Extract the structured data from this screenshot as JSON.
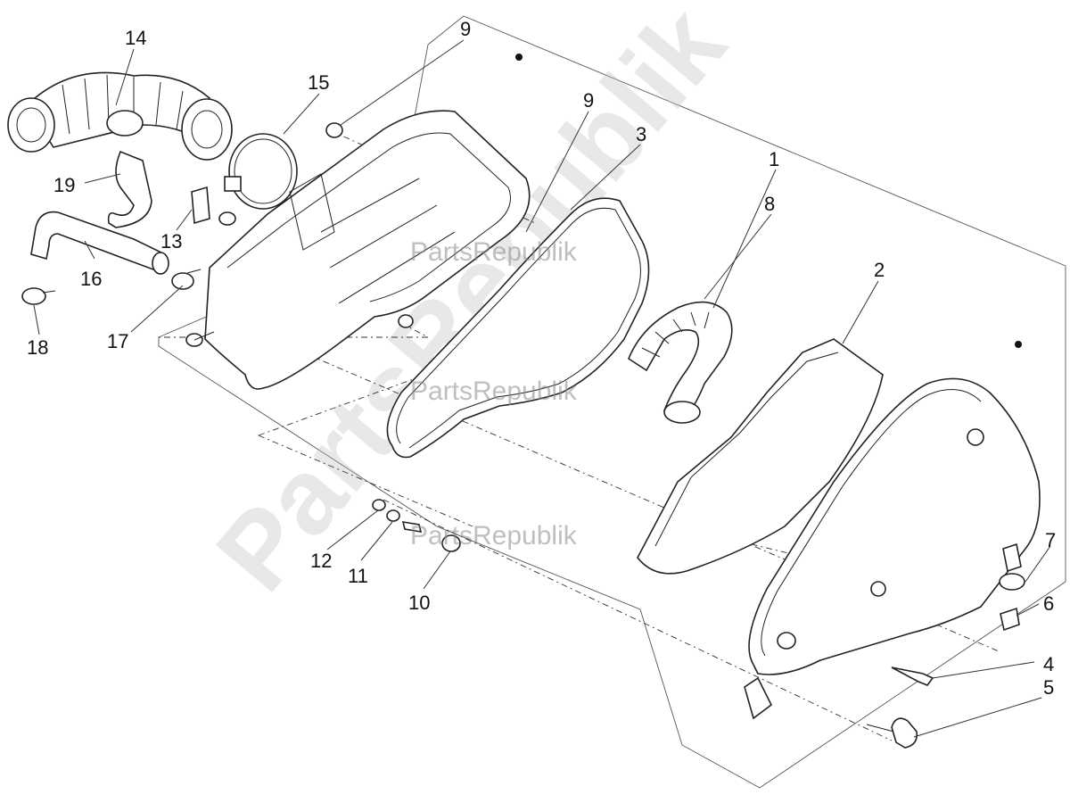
{
  "labels": {
    "p1": "1",
    "p2": "2",
    "p3": "3",
    "p4": "4",
    "p5": "5",
    "p6": "6",
    "p7": "7",
    "p8": "8",
    "p9a": "9",
    "p9b": "9",
    "p10": "10",
    "p11": "11",
    "p12": "12",
    "p13": "13",
    "p14": "14",
    "p15": "15",
    "p16": "16",
    "p17": "17",
    "p18": "18",
    "p19": "19"
  },
  "watermark": {
    "small": "PartsRepublik",
    "large": "PartsRepublik"
  },
  "colors": {
    "line": "#222222",
    "watermark": "#8a8a8a"
  }
}
